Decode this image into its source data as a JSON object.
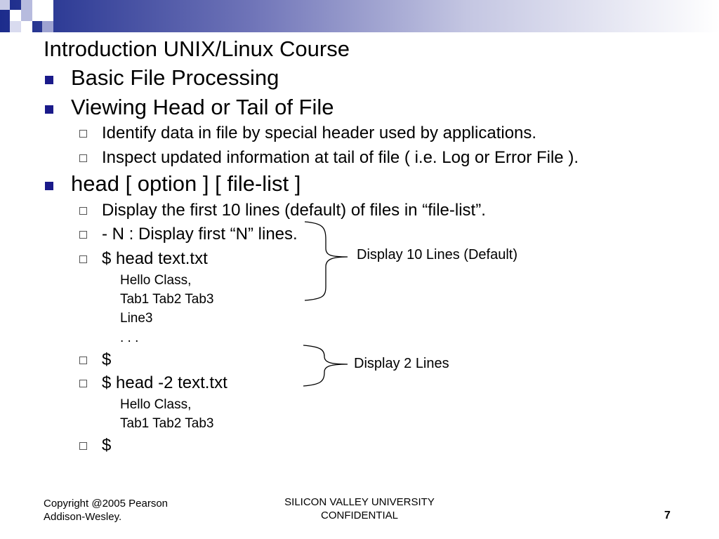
{
  "slide": {
    "title": "Introduction UNIX/Linux Course",
    "bullets": [
      "Basic File Processing",
      "Viewing Head or Tail of File",
      "Identify data in file by special header used by applications.",
      "Inspect updated information at tail of file ( i.e. Log or Error File ).",
      "head [ option ]  [ file-list ]",
      "Display the first 10 lines (default)  of files in “file-list”.",
      "- N : Display first “N” lines.",
      "$ head  text.txt",
      "$",
      "$ head  -2 text.txt",
      "$"
    ],
    "output_block_1": [
      "Hello Class,",
      "Tab1  Tab2  Tab3",
      "Line3",
      ". . ."
    ],
    "output_block_2": [
      "Hello Class,",
      "Tab1  Tab2  Tab3"
    ],
    "annotations": {
      "ten_lines": "Display 10 Lines (Default)",
      "two_lines": "Display 2 Lines"
    }
  },
  "footer": {
    "copyright_line1": "Copyright @2005 Pearson",
    "copyright_line2": "Addison-Wesley.",
    "center_line1": "SILICON VALLEY UNIVERSITY",
    "center_line2": "CONFIDENTIAL",
    "page_number": "7"
  },
  "colors": {
    "header_dark": "#1c2c8c",
    "bullet": "#1a1a8a"
  }
}
